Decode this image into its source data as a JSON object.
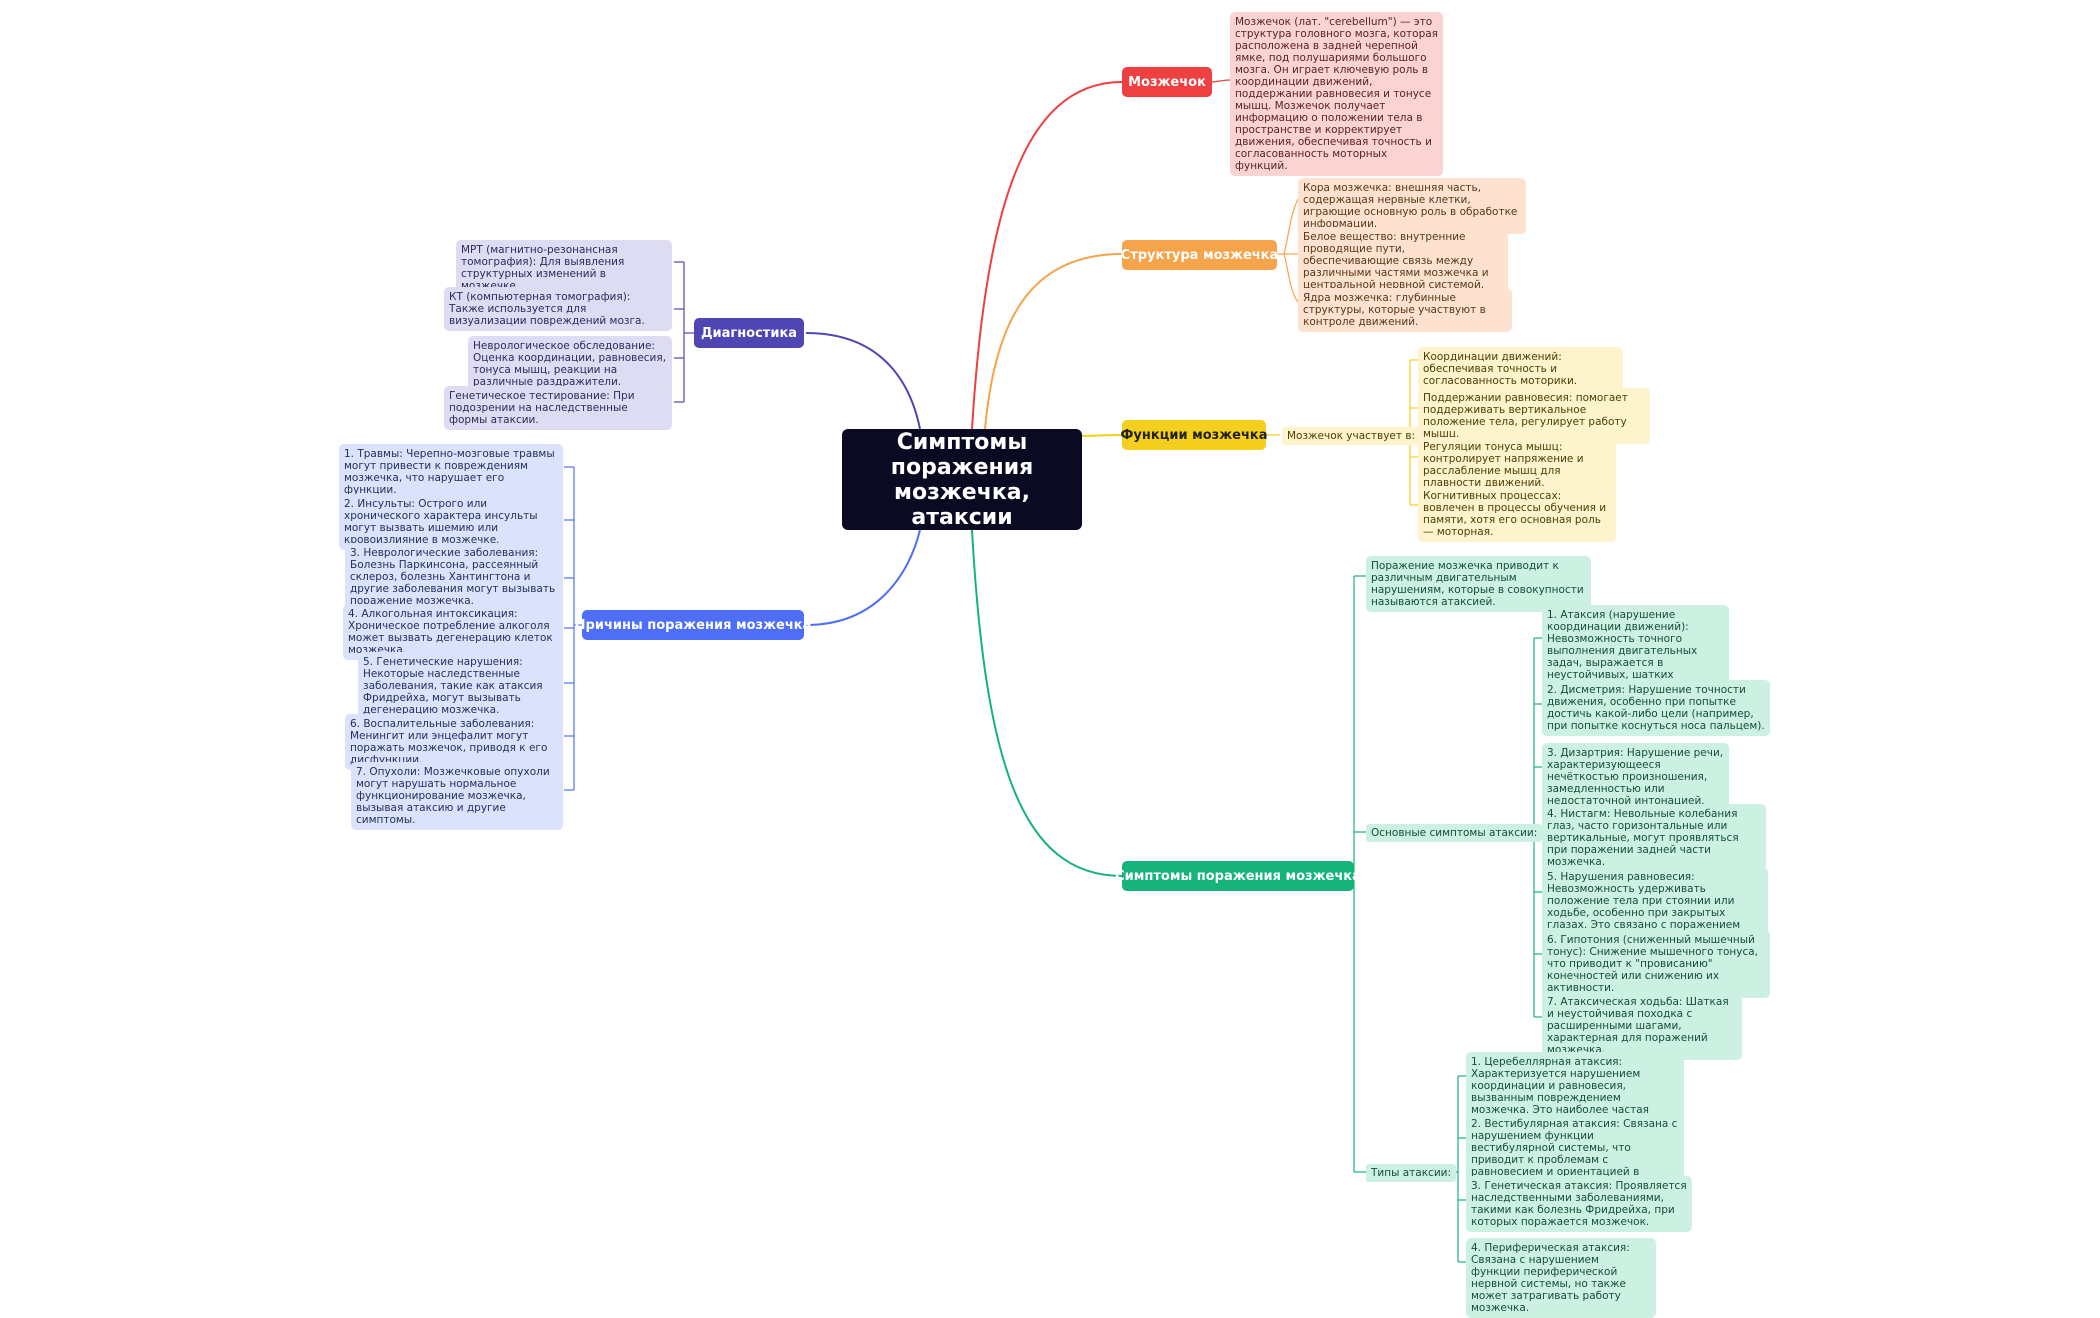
{
  "colors": {
    "red": "#ee4040",
    "orange": "#f6a44b",
    "yellow": "#f5cf1d",
    "green": "#16b37b",
    "violet": "#4f46b4",
    "blue": "#4f6ef7",
    "root": "#0a0a23"
  },
  "root": {
    "title": "Симптомы поражения мозжечка, атаксии"
  },
  "cerebellum": {
    "label": "Мозжечок",
    "description": "Мозжечок (лат. \"cerebellum\") — это структура головного мозга, которая расположена в задней черепной ямке, под полушариями большого мозга. Он играет ключевую роль в координации движений, поддержании равновесия и тонусе мышц. Мозжечок получает информацию о положении тела в пространстве и корректирует движения, обеспечивая точность и согласованность моторных функций."
  },
  "structure": {
    "label": "Структура мозжечка",
    "items": [
      "Кора мозжечка: внешняя часть, содержащая нервные клетки, играющие основную роль в обработке информации.",
      "Белое вещество: внутренние проводящие пути, обеспечивающие связь между различными частями мозжечка и центральной нервной системой.",
      "Ядра мозжечка: глубинные структуры, которые участвуют в контроле движений."
    ]
  },
  "functions": {
    "label": "Функции мозжечка",
    "sub_label": "Мозжечок участвует в:",
    "items": [
      "Координации движений: обеспечивая точность и согласованность моторики.",
      "Поддержании равновесия: помогает поддерживать вертикальное положение тела, регулирует работу мышц.",
      "Регуляции тонуса мышц: контролирует напряжение и расслабление мышц для плавности движений.",
      "Когнитивных процессах: вовлечен в процессы обучения и памяти, хотя его основная роль — моторная."
    ]
  },
  "symptoms": {
    "label": "Симптомы поражения мозжечка",
    "intro": "Поражение мозжечка приводит к различным двигательным нарушениям, которые в совокупности называются атаксией.",
    "main_label": "Основные симптомы атаксии:",
    "main_items": [
      "1. Атаксия (нарушение координации движений): Невозможность точного выполнения двигательных задач, выражается в неустойчивых, шатких движениях.",
      "2. Дисметрия: Нарушение точности движения, особенно при попытке достичь какой-либо цели (например, при попытке коснуться носа пальцем).",
      "3. Дизартрия: Нарушение речи, характеризующееся нечёткостью произношения, замедленностью или недостаточной интонацией.",
      "4. Нистагм: Невольные колебания глаз, часто горизонтальные или вертикальные, могут проявляться при поражении задней части мозжечка.",
      "5. Нарушения равновесия: Невозможность удерживать положение тела при стоянии или ходьбе, особенно при закрытых глазах. Это связано с поражением вестибулярных ядер.",
      "6. Гипотония (сниженный мышечный тонус): Снижение мышечного тонуса, что приводит к \"провисанию\" конечностей или снижению их активности.",
      "7. Атаксическая ходьба: Шаткая и неустойчивая походка с расширенными шагами, характерная для поражений мозжечка."
    ],
    "types_label": "Типы атаксии:",
    "types_items": [
      "1. Церебеллярная атаксия: Характеризуется нарушением координации и равновесия, вызванным повреждением мозжечка. Это наиболее частая форма атаксии.",
      "2. Вестибулярная атаксия: Связана с нарушением функции вестибулярной системы, что приводит к проблемам с равновесием и ориентацией в пространстве.",
      "3. Генетическая атаксия: Проявляется наследственными заболеваниями, такими как болезнь Фридрейха, при которых поражается мозжечок.",
      "4. Периферическая атаксия: Связана с нарушением функции периферической нервной системы, но также может затрагивать работу мозжечка."
    ]
  },
  "diagnostics": {
    "label": "Диагностика",
    "items": [
      "МРТ (магнитно-резонансная томография): Для выявления структурных изменений в мозжечке.",
      "КТ (компьютерная томография): Также используется для визуализации повреждений мозга.",
      "Неврологическое обследование: Оценка координации, равновесия, тонуса мышц, реакции на различные раздражители.",
      "Генетическое тестирование: При подозрении на наследственные формы атаксии."
    ]
  },
  "causes": {
    "label": "Причины поражения мозжечка",
    "items": [
      "1. Травмы: Черепно-мозговые травмы могут привести к повреждениям мозжечка, что нарушает его функции.",
      "2. Инсульты: Острого или хронического характера инсульты могут вызвать ишемию или кровоизлияние в мозжечке.",
      "3. Неврологические заболевания: Болезнь Паркинсона, рассеянный склероз, болезнь Хантингтона и другие заболевания могут вызывать поражение мозжечка.",
      "4. Алкогольная интоксикация: Хроническое потребление алкоголя может вызвать дегенерацию клеток мозжечка.",
      "5. Генетические нарушения: Некоторые наследственные заболевания, такие как атаксия Фридрейха, могут вызывать дегенерацию мозжечка.",
      "6. Воспалительные заболевания: Менингит или энцефалит могут поражать мозжечок, приводя к его дисфункции.",
      "7. Опухоли: Мозжечковые опухоли могут нарушать нормальное функционирование мозжечка, вызывая атаксию и другие симптомы."
    ]
  }
}
